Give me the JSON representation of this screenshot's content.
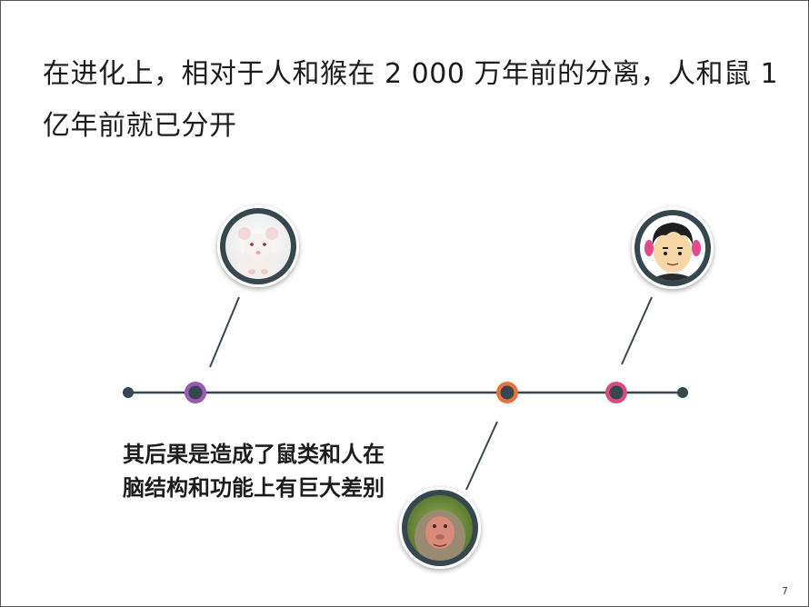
{
  "slide": {
    "title": "在进化上，相对于人和猴在 2 000 万年前的分离，人和鼠 1 亿年前就已分开",
    "note": "其后果是造成了鼠类和人在脑结构和功能上有巨大差别",
    "page_number": "7"
  },
  "timeline": {
    "markers": [
      {
        "name": "mouse",
        "ring_color": "#9b59b6",
        "icon": "mouse-photo-icon"
      },
      {
        "name": "monkey",
        "ring_color": "#e8733a",
        "icon": "monkey-photo-icon"
      },
      {
        "name": "human",
        "ring_color": "#d94c7e",
        "icon": "human-cartoon-icon"
      }
    ],
    "line_color": "#37474f",
    "node_color": "#37474f"
  }
}
